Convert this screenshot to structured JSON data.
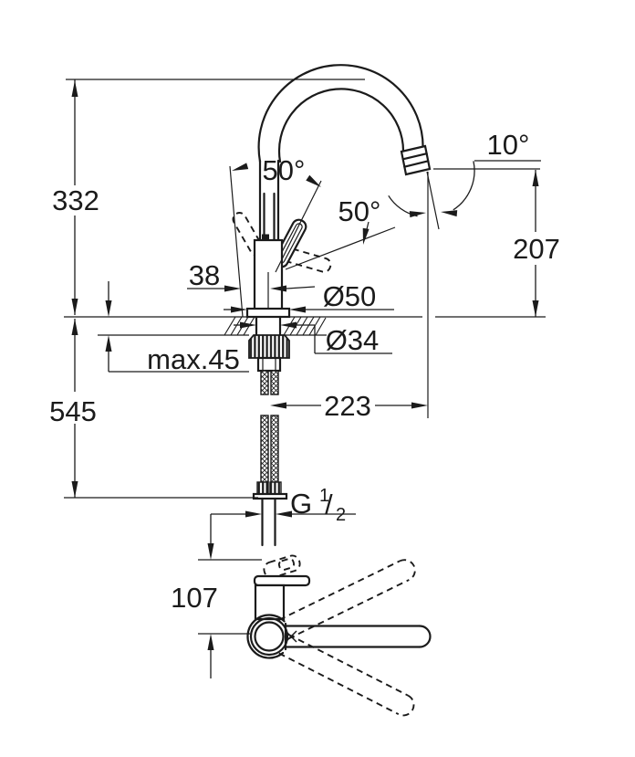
{
  "colors": {
    "line": "#1b1b1b",
    "background": "#ffffff"
  },
  "dims": {
    "height_to_spout_top": "332",
    "height_below_deck": "545",
    "lever_offset": "38",
    "max_deck_thickness": "max.45",
    "base_diameter": "Ø50",
    "hole_diameter": "Ø34",
    "spout_projection": "223",
    "outlet_height": "207",
    "outlet_angle": "10°",
    "lever_swing_front": "50°",
    "lever_swing_back": "50°",
    "handle_to_swivel_axis": "107",
    "thread_g": "G",
    "thread_num": "1",
    "thread_slash": "/",
    "thread_den": "2"
  }
}
